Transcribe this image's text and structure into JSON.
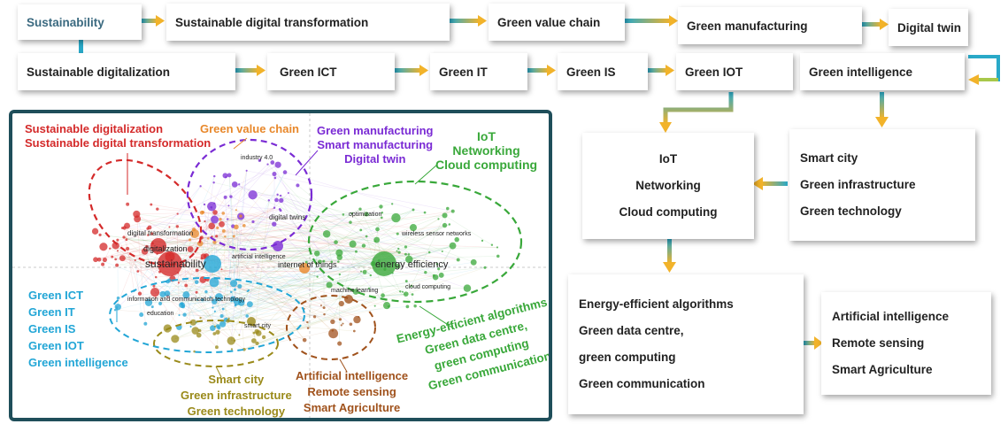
{
  "flow": {
    "sustainability": "Sustainability",
    "sustainable_digital_transformation": "Sustainable digital transformation",
    "green_value_chain": "Green value chain",
    "green_manufacturing": "Green manufacturing",
    "digital_twin": "Digital twin",
    "sustainable_digitalization": "Sustainable digitalization",
    "green_ict": "Green ICT",
    "green_it": "Green IT",
    "green_is": "Green IS",
    "green_iot": "Green IOT",
    "green_intelligence": "Green intelligence",
    "iot_box": [
      "IoT",
      "Networking",
      "Cloud computing"
    ],
    "smart_city_box": [
      "Smart city",
      "Green infrastructure",
      "Green technology"
    ],
    "energy_box": [
      "Energy-efficient algorithms",
      "Green data centre,",
      "green computing",
      "Green communication"
    ],
    "ai_box": [
      "Artificial intelligence",
      "Remote sensing",
      "Smart Agriculture"
    ]
  },
  "network": {
    "cluster_red": [
      "Sustainable digitalization",
      "Sustainable digital transformation"
    ],
    "cluster_orange": "Green value chain",
    "cluster_purple": [
      "Green manufacturing",
      "Smart manufacturing",
      "Digital twin"
    ],
    "cluster_green": [
      "IoT",
      "Networking",
      "Cloud computing"
    ],
    "cluster_blue": [
      "Green ICT",
      "Green IT",
      "Green IS",
      "Green IOT",
      "Green intelligence"
    ],
    "cluster_olive": [
      "Smart city",
      "Green infrastructure",
      "Green technology"
    ],
    "cluster_brown": [
      "Artificial intelligence",
      "Remote sensing",
      "Smart Agriculture"
    ],
    "cluster_green2": [
      "Energy-efficient algorithms",
      "Green data centre,",
      "green computing",
      "Green communication"
    ],
    "node_terms": [
      "sustainability",
      "digitalization",
      "digital transformation",
      "energy efficiency",
      "internet of things",
      "artificial intelligence",
      "industry 4.0",
      "digital twins",
      "machine learning",
      "information and communication technology",
      "wireless sensor networks",
      "optimization",
      "smart city",
      "cloud computing",
      "education"
    ]
  },
  "colors": {
    "red": "#d42a2a",
    "orange": "#e8882b",
    "purple": "#7a2bd4",
    "green": "#39a83a",
    "blue": "#22a6d6",
    "olive": "#9a8a1a",
    "brown": "#a0521c",
    "panel_border": "#1f4e5a",
    "arrow_teal": "#29a9c8",
    "arrow_yellow": "#f2b32a"
  }
}
